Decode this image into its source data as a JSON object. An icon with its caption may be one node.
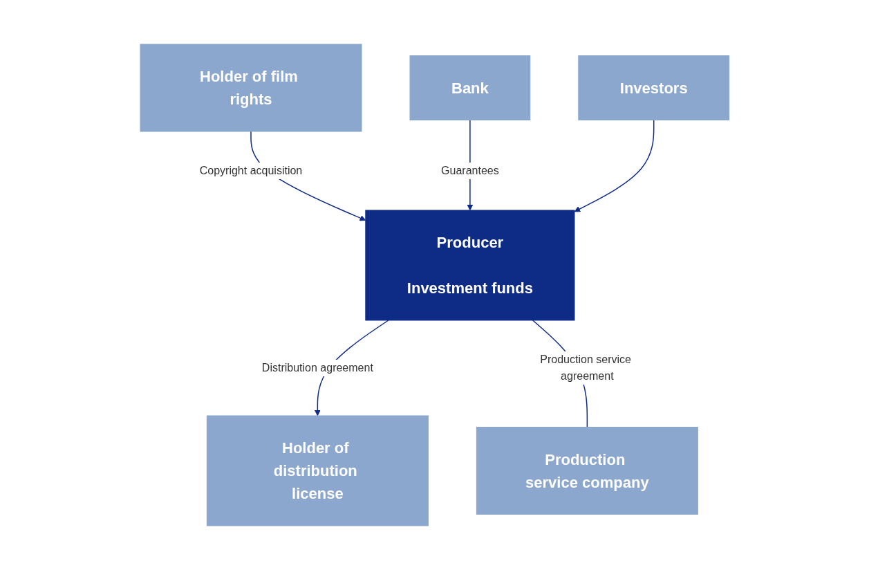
{
  "diagram": {
    "nodes": [
      {
        "text": [
          "Holder of film rights"
        ]
      },
      {
        "text": [
          "Bank"
        ]
      },
      {
        "text": [
          "Investors"
        ]
      },
      {
        "text": [
          "Producer",
          "Investment funds"
        ]
      },
      {
        "text": [
          "Holder of distribution license"
        ]
      },
      {
        "text": [
          "Production service company"
        ]
      }
    ],
    "edges": [
      {
        "from": 0,
        "to": 3,
        "arrow": "to",
        "label": "Copyright acquisition"
      },
      {
        "from": 1,
        "to": 3,
        "arrow": "to",
        "label": "Guarantees"
      },
      {
        "from": 2,
        "to": 3,
        "arrow": "to"
      },
      {
        "from": 3,
        "to": 4,
        "arrow": "to",
        "label": "Distribution agreement"
      },
      {
        "from": 3,
        "to": 5,
        "arrow": "none",
        "label": "Production service agreement"
      }
    ]
  }
}
